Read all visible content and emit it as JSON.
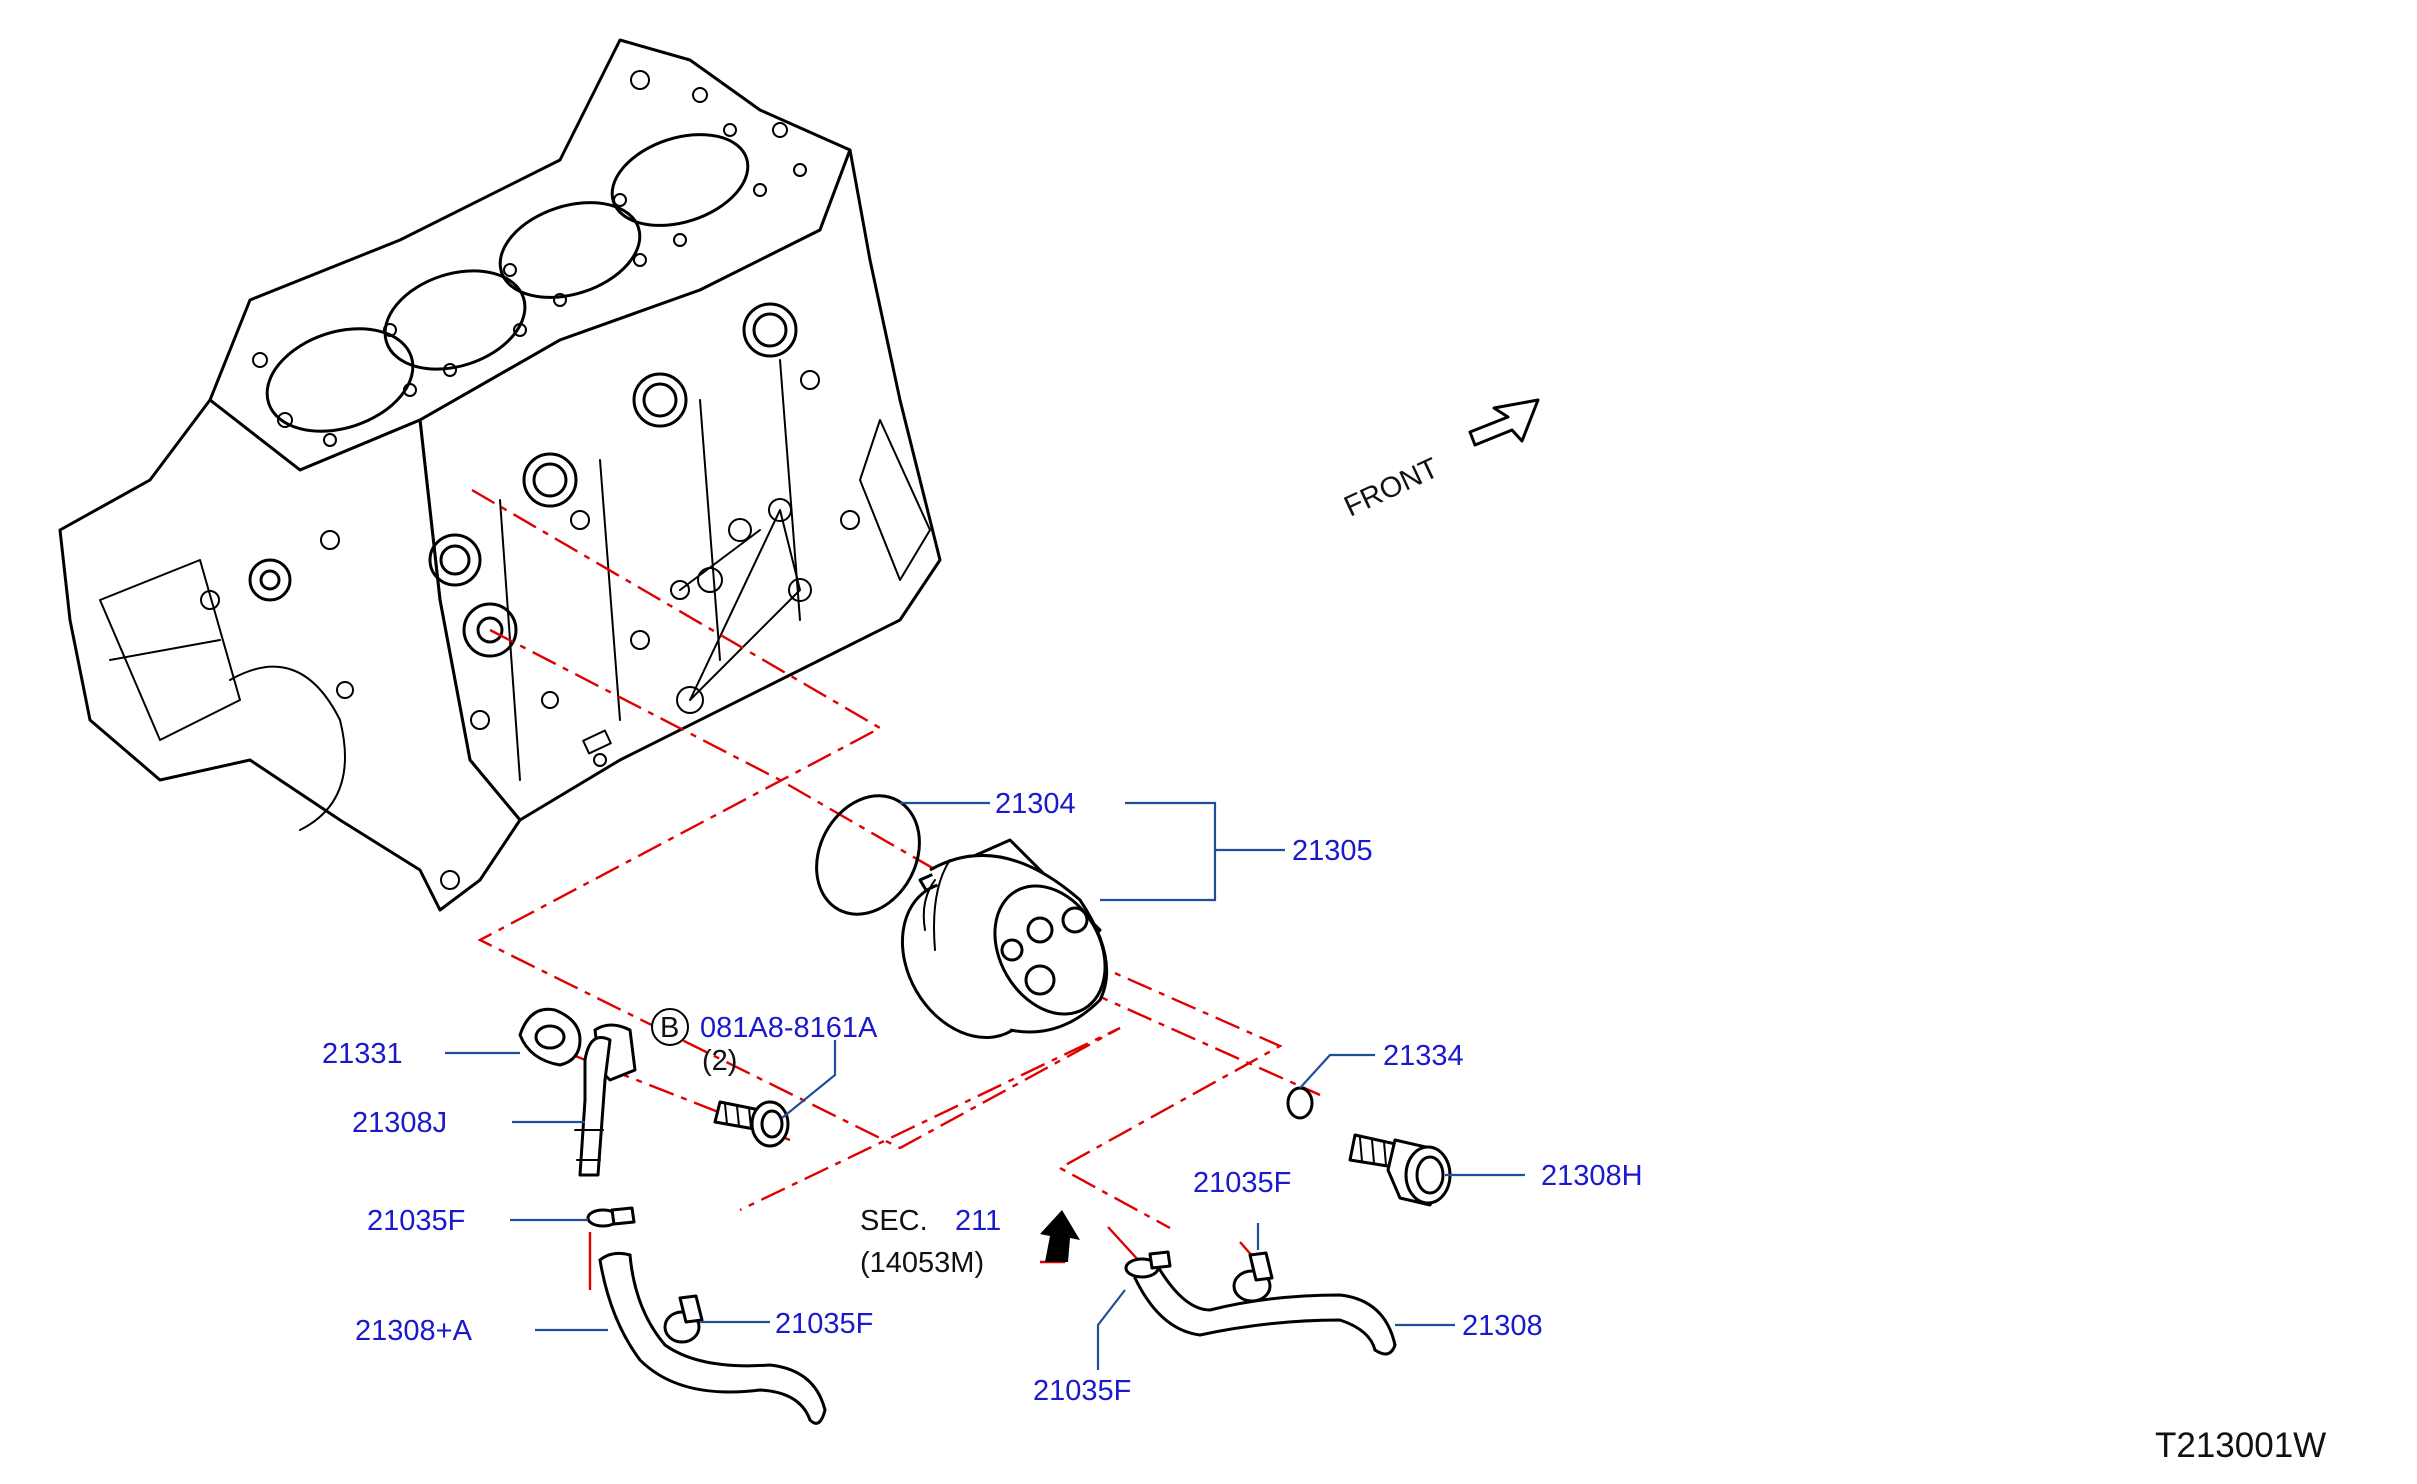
{
  "title_code": "T213001W",
  "front_label": "FRONT",
  "section_ref": {
    "sec": "SEC.",
    "number": "211",
    "sub": "(14053M)"
  },
  "bolt_ref": {
    "symbol": "B",
    "part": "081A8-8161A",
    "qty": "(2)"
  },
  "parts": {
    "p21304": "21304",
    "p21305": "21305",
    "p21331": "21331",
    "p21308J": "21308J",
    "p21035F_a": "21035F",
    "p21308A": "21308+A",
    "p21035F_b": "21035F",
    "p21334": "21334",
    "p21308H": "21308H",
    "p21035F_c": "21035F",
    "p21308": "21308",
    "p21035F_d": "21035F"
  },
  "colors": {
    "label": "#1a1acc",
    "leader": "#1f4e9a",
    "dash": "#e00000",
    "ink": "#000000"
  }
}
